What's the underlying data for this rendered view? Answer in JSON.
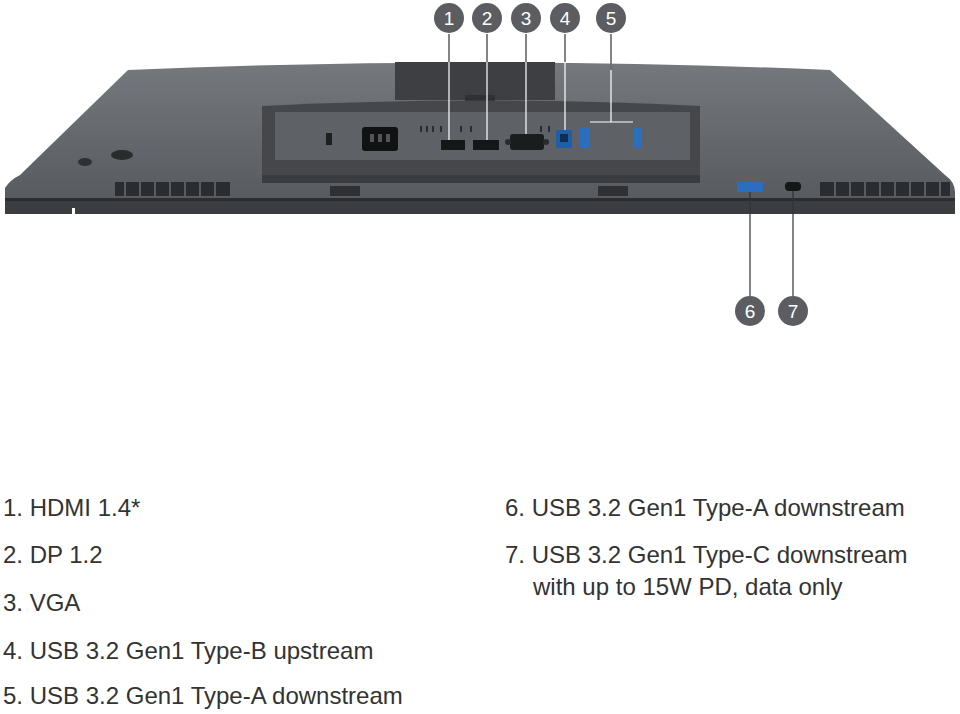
{
  "diagram": {
    "nodes": [
      {
        "text": [
          "1"
        ]
      },
      {
        "text": [
          "2"
        ]
      },
      {
        "text": [
          "3"
        ]
      },
      {
        "text": [
          "4"
        ]
      },
      {
        "text": [
          "5"
        ]
      },
      {
        "text": [
          "6"
        ]
      },
      {
        "text": [
          "7"
        ]
      }
    ],
    "labels": [
      "1. HDMI 1.4*",
      "2. DP 1.2",
      "3. VGA",
      "4. USB 3.2 Gen1 Type-B upstream",
      "5. USB 3.2 Gen1 Type-A downstream",
      "6. USB 3.2 Gen1 Type-A downstream",
      "7. USB 3.2 Gen1 Type-C downstream with up to 15W PD, data only"
    ]
  }
}
